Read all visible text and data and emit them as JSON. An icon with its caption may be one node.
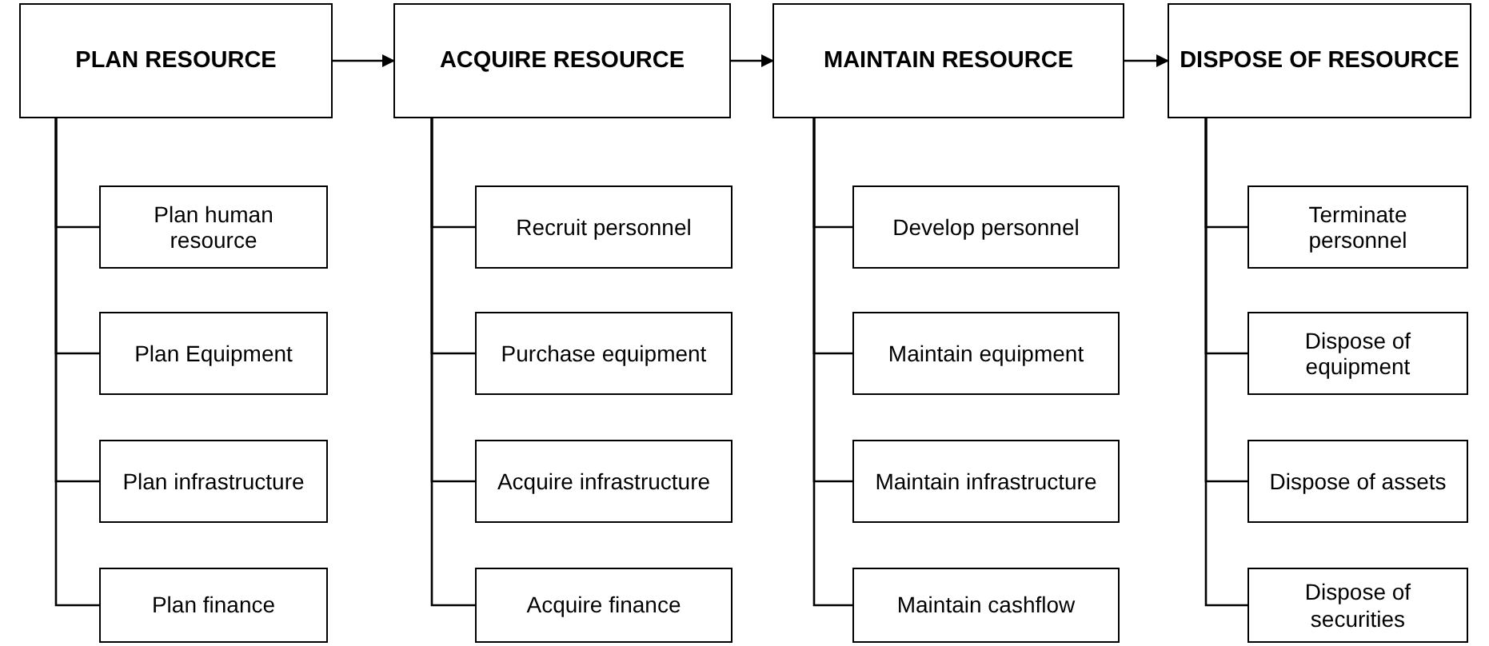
{
  "diagram": {
    "nodes": [
      {
        "text": [
          "PLAN RESOURCE"
        ]
      },
      {
        "text": [
          "Plan human resource"
        ]
      },
      {
        "text": [
          "Plan Equipment"
        ]
      },
      {
        "text": [
          "Plan infrastructure"
        ]
      },
      {
        "text": [
          "Plan finance"
        ]
      },
      {
        "text": [
          "ACQUIRE RESOURCE"
        ]
      },
      {
        "text": [
          "Recruit personnel"
        ]
      },
      {
        "text": [
          "Purchase equipment"
        ]
      },
      {
        "text": [
          "Acquire infrastructure"
        ]
      },
      {
        "text": [
          "Acquire finance"
        ]
      },
      {
        "text": [
          "MAINTAIN RESOURCE"
        ]
      },
      {
        "text": [
          "Develop personnel"
        ]
      },
      {
        "text": [
          "Maintain equipment"
        ]
      },
      {
        "text": [
          "Maintain infrastructure"
        ]
      },
      {
        "text": [
          "Maintain cashflow"
        ]
      },
      {
        "text": [
          "DISPOSE OF RESOURCE"
        ]
      },
      {
        "text": [
          "Terminate personnel"
        ]
      },
      {
        "text": [
          "Dispose of equipment"
        ]
      },
      {
        "text": [
          "Dispose of assets"
        ]
      },
      {
        "text": [
          "Dispose of securities"
        ]
      }
    ],
    "edges": [
      {
        "from": 0,
        "to": 5,
        "arrow": "to"
      },
      {
        "from": 5,
        "to": 10,
        "arrow": "to"
      },
      {
        "from": 10,
        "to": 15,
        "arrow": "to"
      },
      {
        "from": 0,
        "to": 1,
        "arrow": "none"
      },
      {
        "from": 0,
        "to": 2,
        "arrow": "none"
      },
      {
        "from": 0,
        "to": 3,
        "arrow": "none"
      },
      {
        "from": 0,
        "to": 4,
        "arrow": "none"
      },
      {
        "from": 5,
        "to": 6,
        "arrow": "none"
      },
      {
        "from": 5,
        "to": 7,
        "arrow": "none"
      },
      {
        "from": 5,
        "to": 8,
        "arrow": "none"
      },
      {
        "from": 5,
        "to": 9,
        "arrow": "none"
      },
      {
        "from": 10,
        "to": 11,
        "arrow": "none"
      },
      {
        "from": 10,
        "to": 12,
        "arrow": "none"
      },
      {
        "from": 10,
        "to": 13,
        "arrow": "none"
      },
      {
        "from": 10,
        "to": 14,
        "arrow": "none"
      },
      {
        "from": 15,
        "to": 16,
        "arrow": "none"
      },
      {
        "from": 15,
        "to": 17,
        "arrow": "none"
      },
      {
        "from": 15,
        "to": 18,
        "arrow": "none"
      },
      {
        "from": 15,
        "to": 19,
        "arrow": "none"
      }
    ]
  }
}
